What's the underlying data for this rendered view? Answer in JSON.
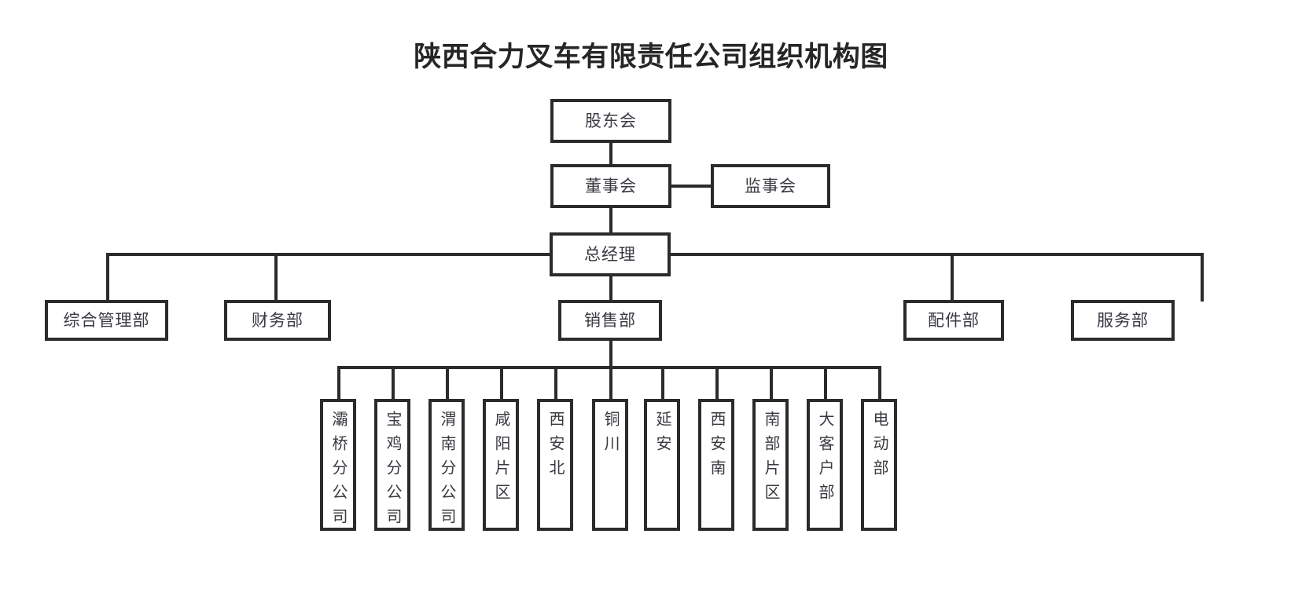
{
  "title": "陕西合力叉车有限责任公司组织机构图",
  "nodes": {
    "shareholders": "股东会",
    "board": "董事会",
    "supervisors": "监事会",
    "general_manager": "总经理",
    "sales": "销售部"
  },
  "departments": [
    {
      "id": "general-admin",
      "label": "综合管理部"
    },
    {
      "id": "finance",
      "label": "财务部"
    },
    {
      "id": "parts",
      "label": "配件部"
    },
    {
      "id": "service",
      "label": "服务部"
    }
  ],
  "sales_units": [
    {
      "id": "baqiao-branch",
      "label": "灞桥分公司"
    },
    {
      "id": "baoji-branch",
      "label": "宝鸡分公司"
    },
    {
      "id": "weinan-branch",
      "label": "渭南分公司"
    },
    {
      "id": "xianyang-area",
      "label": "咸阳片区"
    },
    {
      "id": "xian-north",
      "label": "西安北"
    },
    {
      "id": "tongchuan",
      "label": "铜川"
    },
    {
      "id": "yanan",
      "label": "延安"
    },
    {
      "id": "xian-south",
      "label": "西安南"
    },
    {
      "id": "south-area",
      "label": "南部片区"
    },
    {
      "id": "key-accounts",
      "label": "大客户部"
    },
    {
      "id": "electric",
      "label": "电动部"
    }
  ],
  "colors": {
    "line": "#2b2b2b",
    "text": "#3a3a42",
    "title": "#262626",
    "background": "#ffffff"
  }
}
